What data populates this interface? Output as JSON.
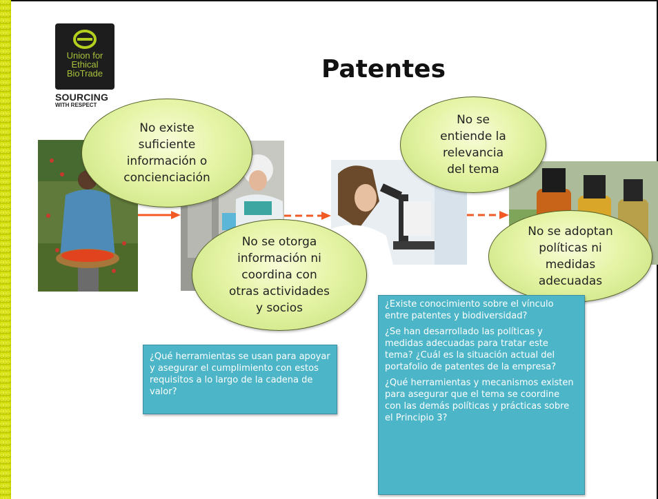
{
  "slide": {
    "title": "Patentes",
    "logo": {
      "lines": [
        "Union for",
        "Ethical",
        "BioTrade"
      ],
      "tagline": [
        "SOURCING",
        "WITH RESPECT"
      ],
      "icon": "ueb-logo-icon"
    },
    "stripe_pattern": "000000000000000000000000000000000000000000000000000000000000000000000000000000000000000000000000000000000000000000000000000000000000000000000000000000000000000000000000000000000000000000000000000000000000000000000000000000000000000000000000000000000000000000000000000000000000000000000000000000000000"
  },
  "flow": {
    "arrow_color": "#f15a24",
    "bubble_1": [
      "No existe",
      "suficiente",
      "información o",
      "concienciación"
    ],
    "bubble_2": [
      "No se otorga",
      "información ni",
      "coordina con",
      "otras actividades",
      "y socios"
    ],
    "bubble_3": [
      "No se",
      "entiende la",
      "relevancia",
      "del tema"
    ],
    "bubble_4": [
      "No se adoptan",
      "políticas ni",
      "medidas",
      "adecuadas"
    ]
  },
  "questions": {
    "box_left": "¿Qué herramientas se usan para apoyar y asegurar el cumplimiento con estos requisitos a lo largo de la cadena de valor?",
    "box_right": [
      "¿Existe conocimiento sobre el vínculo entre patentes y biodiversidad?",
      "¿Se han desarrollado las políticas y medidas adecuadas para tratar este tema? ¿Cuál es la situación actual del portafolio de patentes de la empresa?",
      "¿Qué herramientas y mecanismos existen para asegurar que el tema se coordine con las demás políticas y prácticas sobre el Principio 3?"
    ]
  },
  "colors": {
    "stripe": "#c9d400",
    "bubble_fill": "#e5f4a6",
    "question_box": "#4cb5c8",
    "logo_green": "#a6c23a"
  }
}
